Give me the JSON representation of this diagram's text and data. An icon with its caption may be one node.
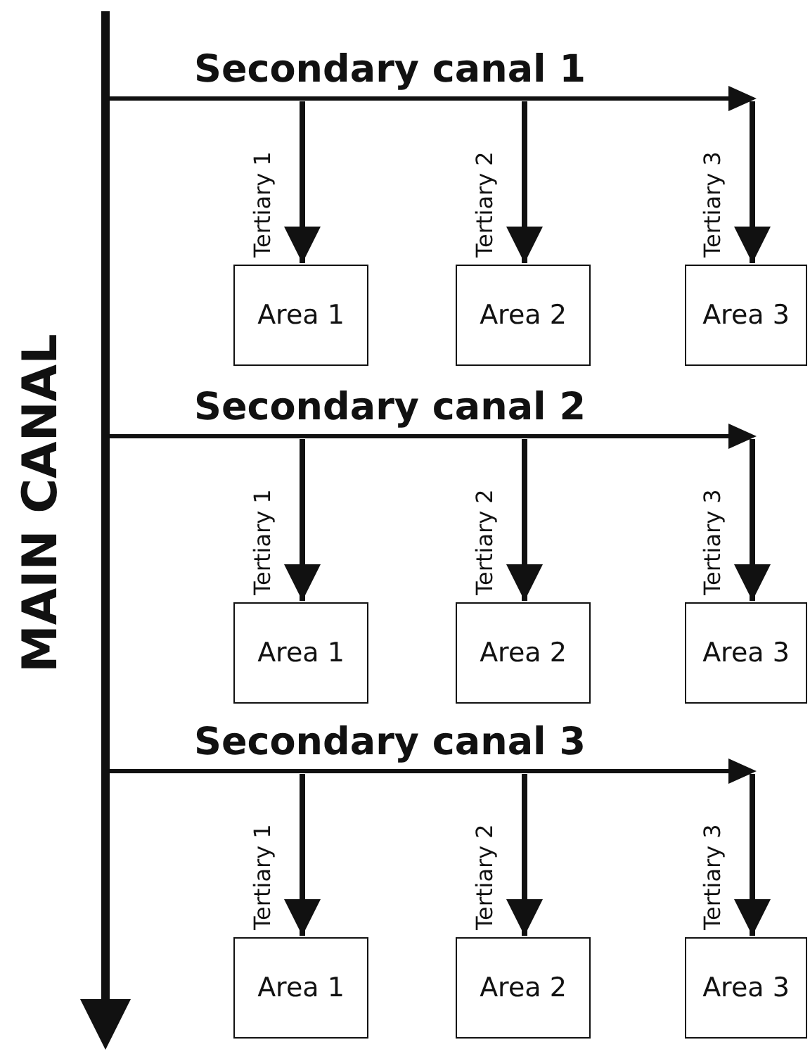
{
  "diagram": {
    "nodes": [
      {
        "text": [
          "Secondary canal 1"
        ]
      },
      {
        "text": [
          "Area 1"
        ]
      },
      {
        "text": [
          "Area 2"
        ]
      },
      {
        "text": [
          "Area 3"
        ]
      },
      {
        "text": [
          "Secondary canal 2"
        ]
      },
      {
        "text": [
          "Area 1"
        ]
      },
      {
        "text": [
          "Area 2"
        ]
      },
      {
        "text": [
          "Area 3"
        ]
      },
      {
        "text": [
          "Secondary canal 3"
        ]
      },
      {
        "text": [
          "Area 1"
        ]
      },
      {
        "text": [
          "Area 2"
        ]
      },
      {
        "text": [
          "Area 3"
        ]
      }
    ],
    "edges": [
      {
        "from": 0,
        "to": 1,
        "arrow": "to",
        "label": "Tertiary 1"
      },
      {
        "from": 0,
        "to": 2,
        "arrow": "to",
        "label": "Tertiary 2"
      },
      {
        "from": 0,
        "to": 3,
        "arrow": "to",
        "label": "Tertiary 3"
      },
      {
        "from": 4,
        "to": 5,
        "arrow": "to",
        "label": "Tertiary 1"
      },
      {
        "from": 4,
        "to": 6,
        "arrow": "to",
        "label": "Tertiary 2"
      },
      {
        "from": 4,
        "to": 7,
        "arrow": "to",
        "label": "Tertiary 3"
      },
      {
        "from": 8,
        "to": 9,
        "arrow": "to",
        "label": "Tertiary 1"
      },
      {
        "from": 8,
        "to": 10,
        "arrow": "to",
        "label": "Tertiary 2"
      },
      {
        "from": 8,
        "to": 11,
        "arrow": "to",
        "label": "Tertiary 3"
      }
    ],
    "labels": [
      "MAIN CANAL"
    ]
  }
}
